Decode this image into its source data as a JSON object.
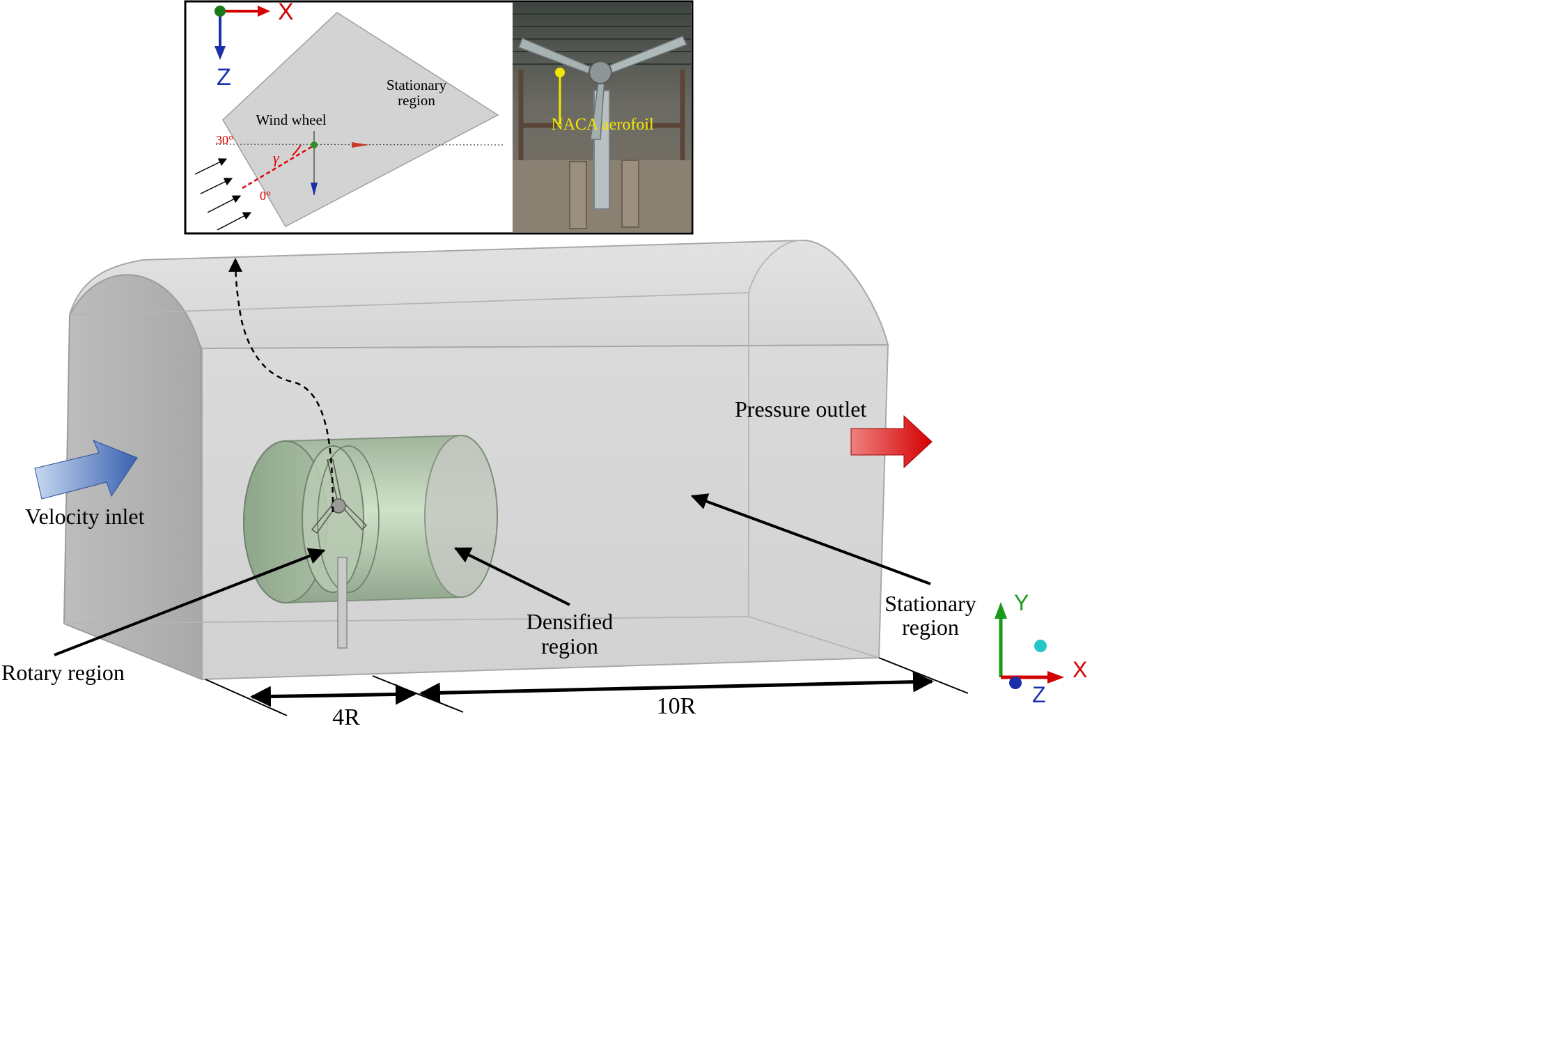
{
  "colors": {
    "inlet_arrow": "#3a62b0",
    "outlet_arrow": "#d40000",
    "axis_x": "#d40000",
    "axis_y": "#1a9a1a",
    "axis_z": "#1a2fa8",
    "angle_marks": "#e00000",
    "naca_label": "#f2e600"
  },
  "inset": {
    "schematic": {
      "axis_x": "X",
      "axis_z": "Z",
      "stationary_region": [
        "Stationary",
        "region"
      ],
      "wind_wheel": "Wind wheel",
      "angle_top": "30°",
      "angle_bottom": "0°",
      "gamma": "γ"
    },
    "photo": {
      "naca_label": "NACA aerofoil"
    }
  },
  "main": {
    "velocity_inlet": "Velocity inlet",
    "pressure_outlet": "Pressure outlet",
    "stationary_region": [
      "Stationary",
      "region"
    ],
    "densified_region": [
      "Densified",
      "region"
    ],
    "rotary_region": "Rotary region",
    "dim_4r": "4R",
    "dim_10r": "10R",
    "axis_x": "X",
    "axis_y": "Y",
    "axis_z": "Z"
  }
}
